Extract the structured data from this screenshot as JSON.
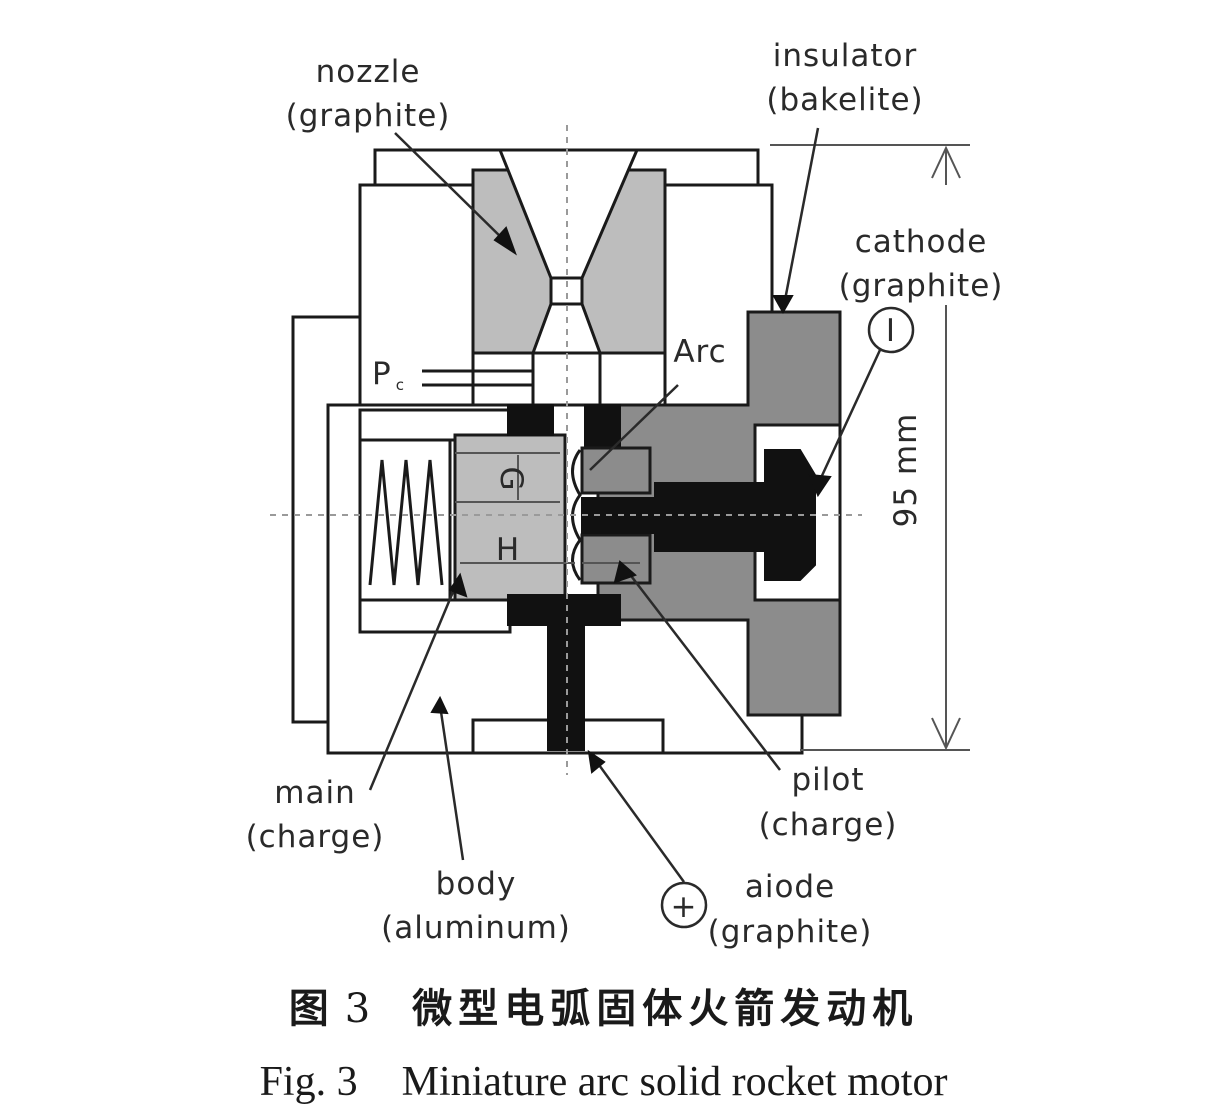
{
  "figure": {
    "labels": {
      "nozzle": "nozzle",
      "nozzle_material": "(graphite)",
      "insulator": "insulator",
      "insulator_material": "(bakelite)",
      "cathode": "cathode",
      "cathode_material": "(graphite)",
      "cathode_symbol": "I",
      "pc_main": "P",
      "pc_sub": "c",
      "arc": "Arc",
      "gap_g": "G",
      "gap_h": "H",
      "dimension": "95 mm",
      "main": "main",
      "main_material": "(charge)",
      "body": "body",
      "body_material": "(aluminum)",
      "pilot": "pilot",
      "pilot_material": "(charge)",
      "anode": "aiode",
      "anode_material": "(graphite)",
      "anode_symbol": "+"
    },
    "colors": {
      "graphite_nozzle": "#bdbdbd",
      "insulator": "#8c8c8c",
      "electrode": "#111111",
      "body": "#ffffff"
    }
  },
  "caption": {
    "zh_prefix": "图",
    "zh_number": "3",
    "zh_title": "微型电弧固体火箭发动机",
    "en_prefix": "Fig. 3",
    "en_title": "Miniature arc solid rocket motor"
  }
}
